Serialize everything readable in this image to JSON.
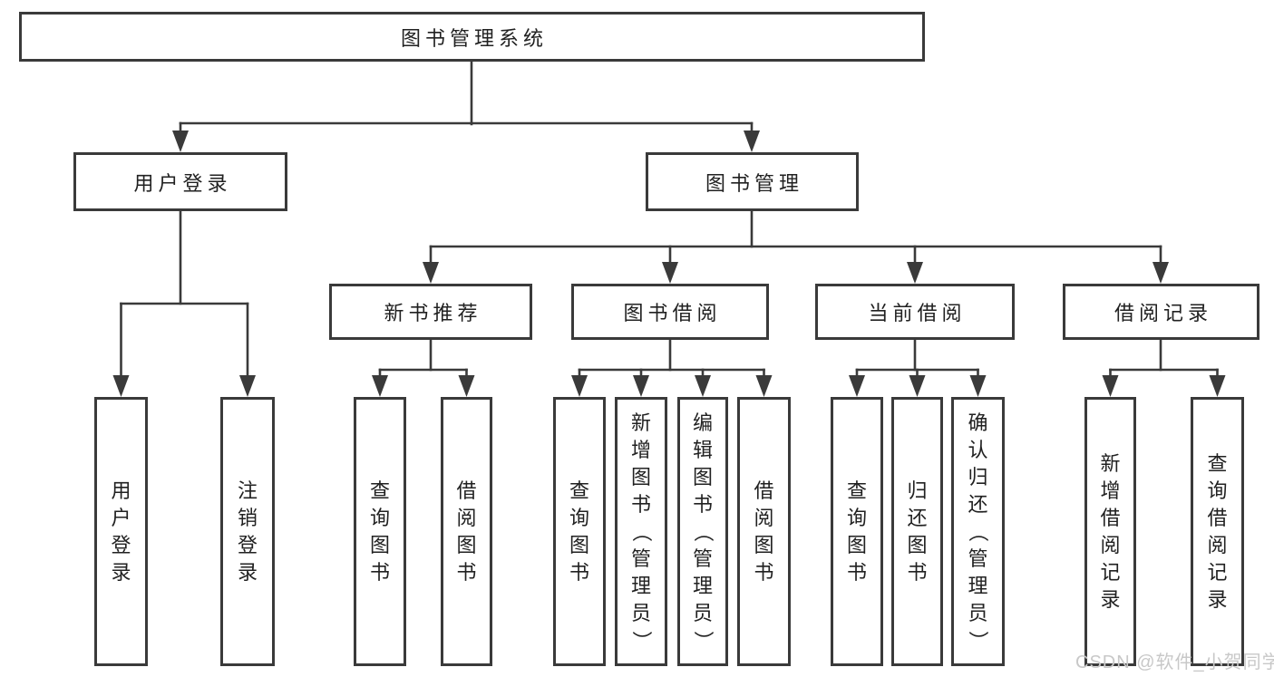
{
  "diagram": {
    "root": "图书管理系统",
    "branches": [
      {
        "label": "用户登录",
        "children": [
          "用户登录",
          "注销登录"
        ]
      },
      {
        "label": "图书管理",
        "groups": [
          {
            "label": "新书推荐",
            "children": [
              "查询图书",
              "借阅图书"
            ]
          },
          {
            "label": "图书借阅",
            "children": [
              "查询图书",
              "新增图书（管理员）",
              "编辑图书（管理员）",
              "借阅图书"
            ]
          },
          {
            "label": "当前借阅",
            "children": [
              "查询图书",
              "归还图书",
              "确认归还（管理员）"
            ]
          },
          {
            "label": "借阅记录",
            "children": [
              "新增借阅记录",
              "查询借阅记录"
            ]
          }
        ]
      }
    ]
  },
  "watermark": "CSDN @软件_小贺同学",
  "colors": {
    "line": "#3a3a3a",
    "text": "#212121",
    "watermark": "#c8c8c8",
    "background": "#ffffff"
  }
}
